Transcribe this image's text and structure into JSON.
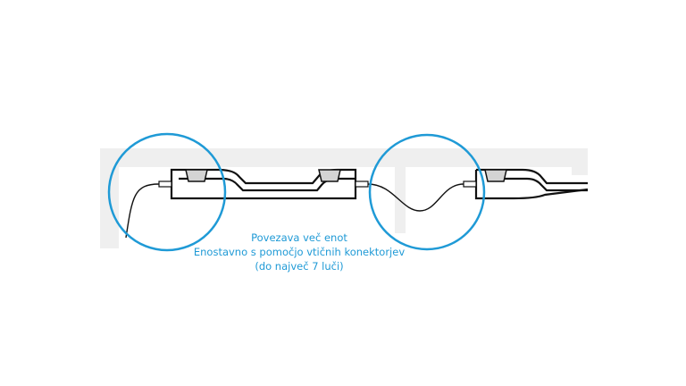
{
  "caption": {
    "line1": "Povezava več enot",
    "line2": "Enostavno s pomočjo vtičnih konektorjev",
    "line3": "(do največ 7 luči)"
  },
  "colors": {
    "accent": "#1f9ad6",
    "line": "#111111",
    "background_shape": "#eeeeee",
    "led": "#d4d4d4"
  }
}
